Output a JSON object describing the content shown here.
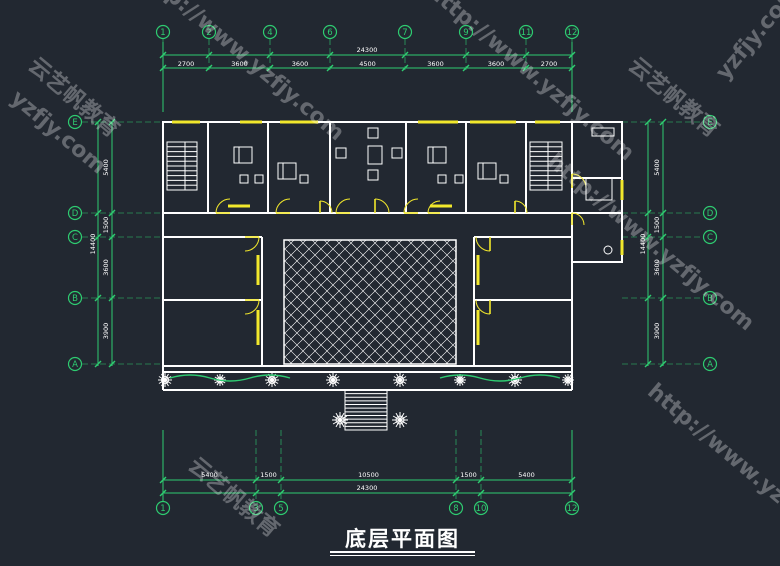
{
  "title": "底层平面图",
  "watermarks": [
    "yzfjy.com",
    "http://www.yzfjy.com",
    "云艺帆教育",
    "http://www.yzfjy.com",
    "云艺帆教育",
    "http://www.yzfjy.com",
    "云艺帆教育",
    "yzfjy.com",
    "http://www.yzfjy.com"
  ],
  "top_axes": [
    "1",
    "2",
    "4",
    "6",
    "7",
    "9",
    "11",
    "12"
  ],
  "top_dims": [
    "2700",
    "3600",
    "3600",
    "4500",
    "3600",
    "3600",
    "2700"
  ],
  "top_total": "24300",
  "bottom_axes": [
    "1",
    "3",
    "5",
    "8",
    "10",
    "12"
  ],
  "bottom_dims": [
    "5400",
    "1500",
    "10500",
    "1500",
    "5400"
  ],
  "bottom_total": "24300",
  "row_axes": [
    "E",
    "D",
    "C",
    "B",
    "A"
  ],
  "left_dims": [
    "5400",
    "1500",
    "3600",
    "3900"
  ],
  "left_total": "14400",
  "right_dims": [
    "5400",
    "1500",
    "3600",
    "3900"
  ],
  "right_total": "14400",
  "colors": {
    "background": "#222831",
    "wall": "#ffffff",
    "dim": "#2ecc71",
    "door": "#f2e82c",
    "furniture": "#ffffff",
    "bubble": "#2ecc71"
  }
}
